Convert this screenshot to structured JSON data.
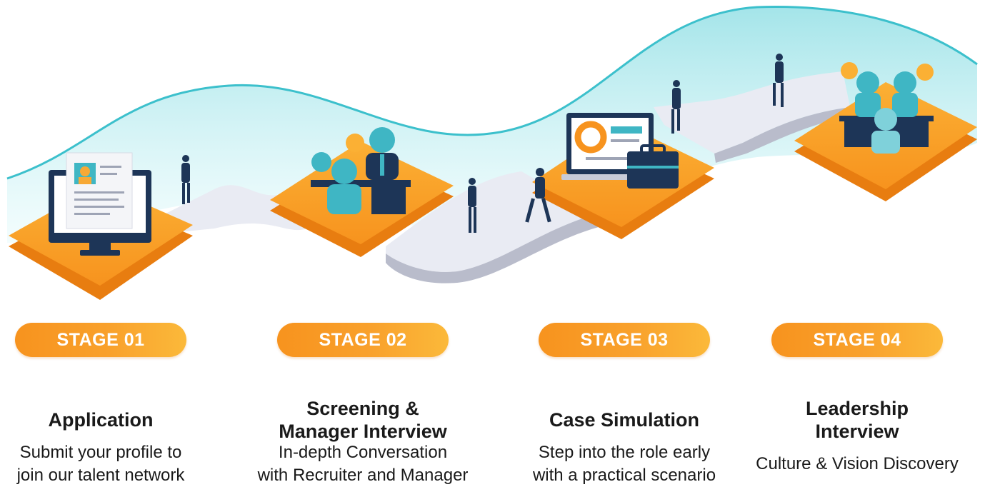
{
  "stages": [
    {
      "badge": "STAGE 01",
      "title": "Application",
      "desc_line1": "Submit your profile to",
      "desc_line2": "join our talent network"
    },
    {
      "badge": "STAGE 02",
      "title_line1": "Screening &",
      "title_line2": "Manager Interview",
      "desc_line1": "In-depth Conversation",
      "desc_line2": "with Recruiter and Manager"
    },
    {
      "badge": "STAGE 03",
      "title": "Case Simulation",
      "desc_line1": "Step into the role early",
      "desc_line2": "with a practical scenario"
    },
    {
      "badge": "STAGE 04",
      "title_line1": "Leadership",
      "title_line2": "Interview",
      "desc": "Culture & Vision Discovery"
    }
  ],
  "colors": {
    "orange": "#f7931e",
    "orange_light": "#fbb93a",
    "navy": "#1d3557",
    "teal": "#3fb6c4",
    "wave": "#b8ecef",
    "path": "#e9ebf3"
  }
}
